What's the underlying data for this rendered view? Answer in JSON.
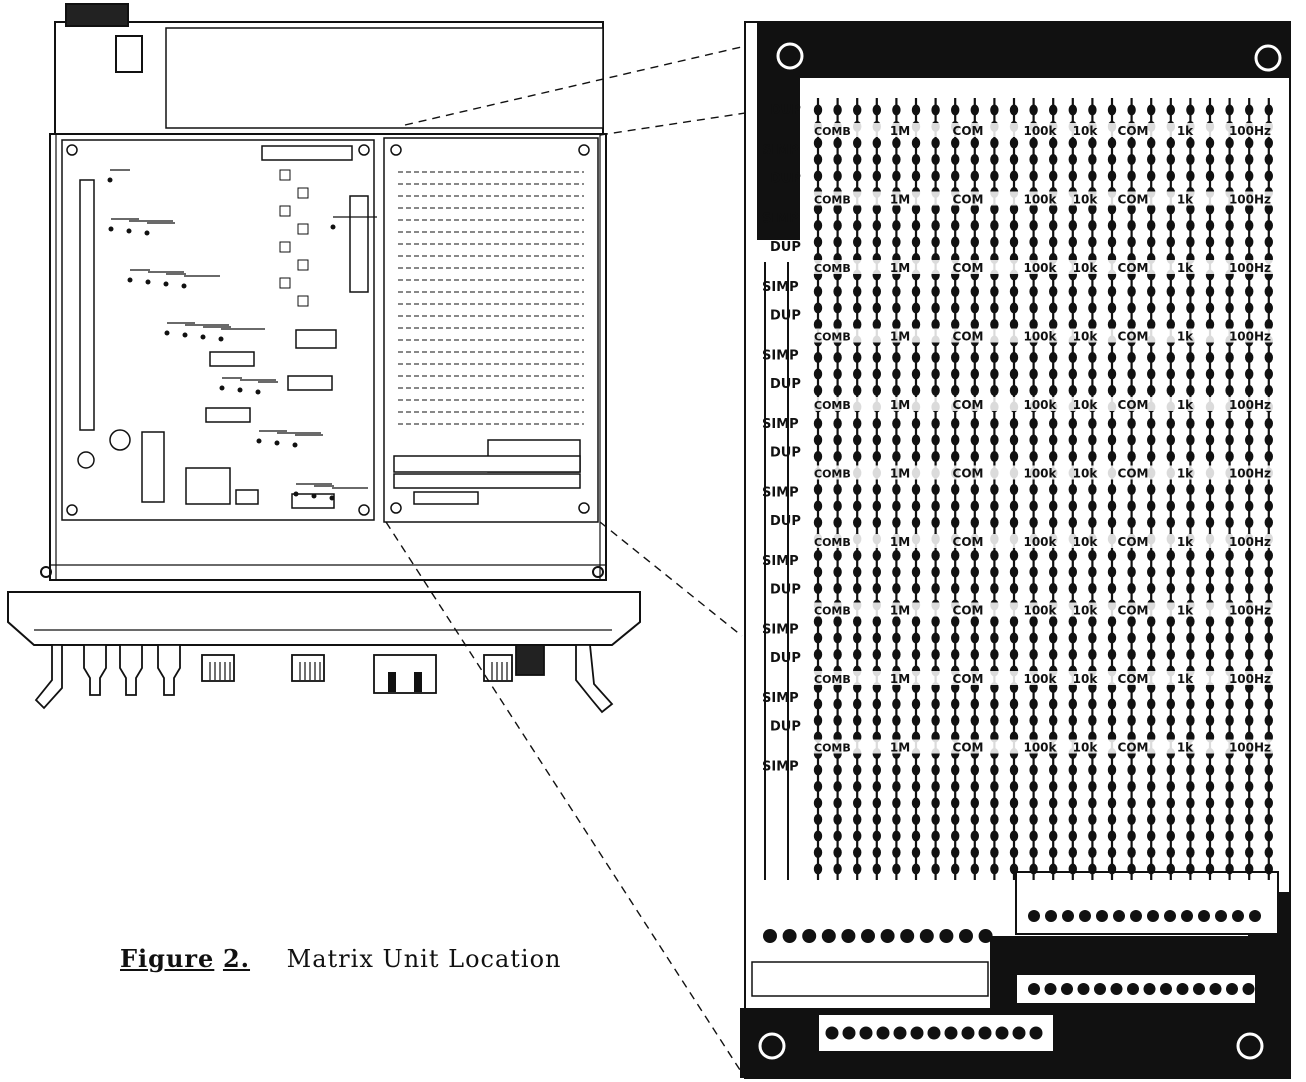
{
  "figure": {
    "caption_label": "Figure",
    "caption_number": "2.",
    "caption_title": "Matrix Unit Location"
  },
  "matrix_board": {
    "row_labels": [
      "DUP",
      "SIMP"
    ],
    "comb_label": "COMB",
    "group_labels": [
      "1M",
      "COM",
      "100k",
      "10k",
      "COM",
      "1k",
      "100Hz"
    ],
    "rows": 10
  }
}
